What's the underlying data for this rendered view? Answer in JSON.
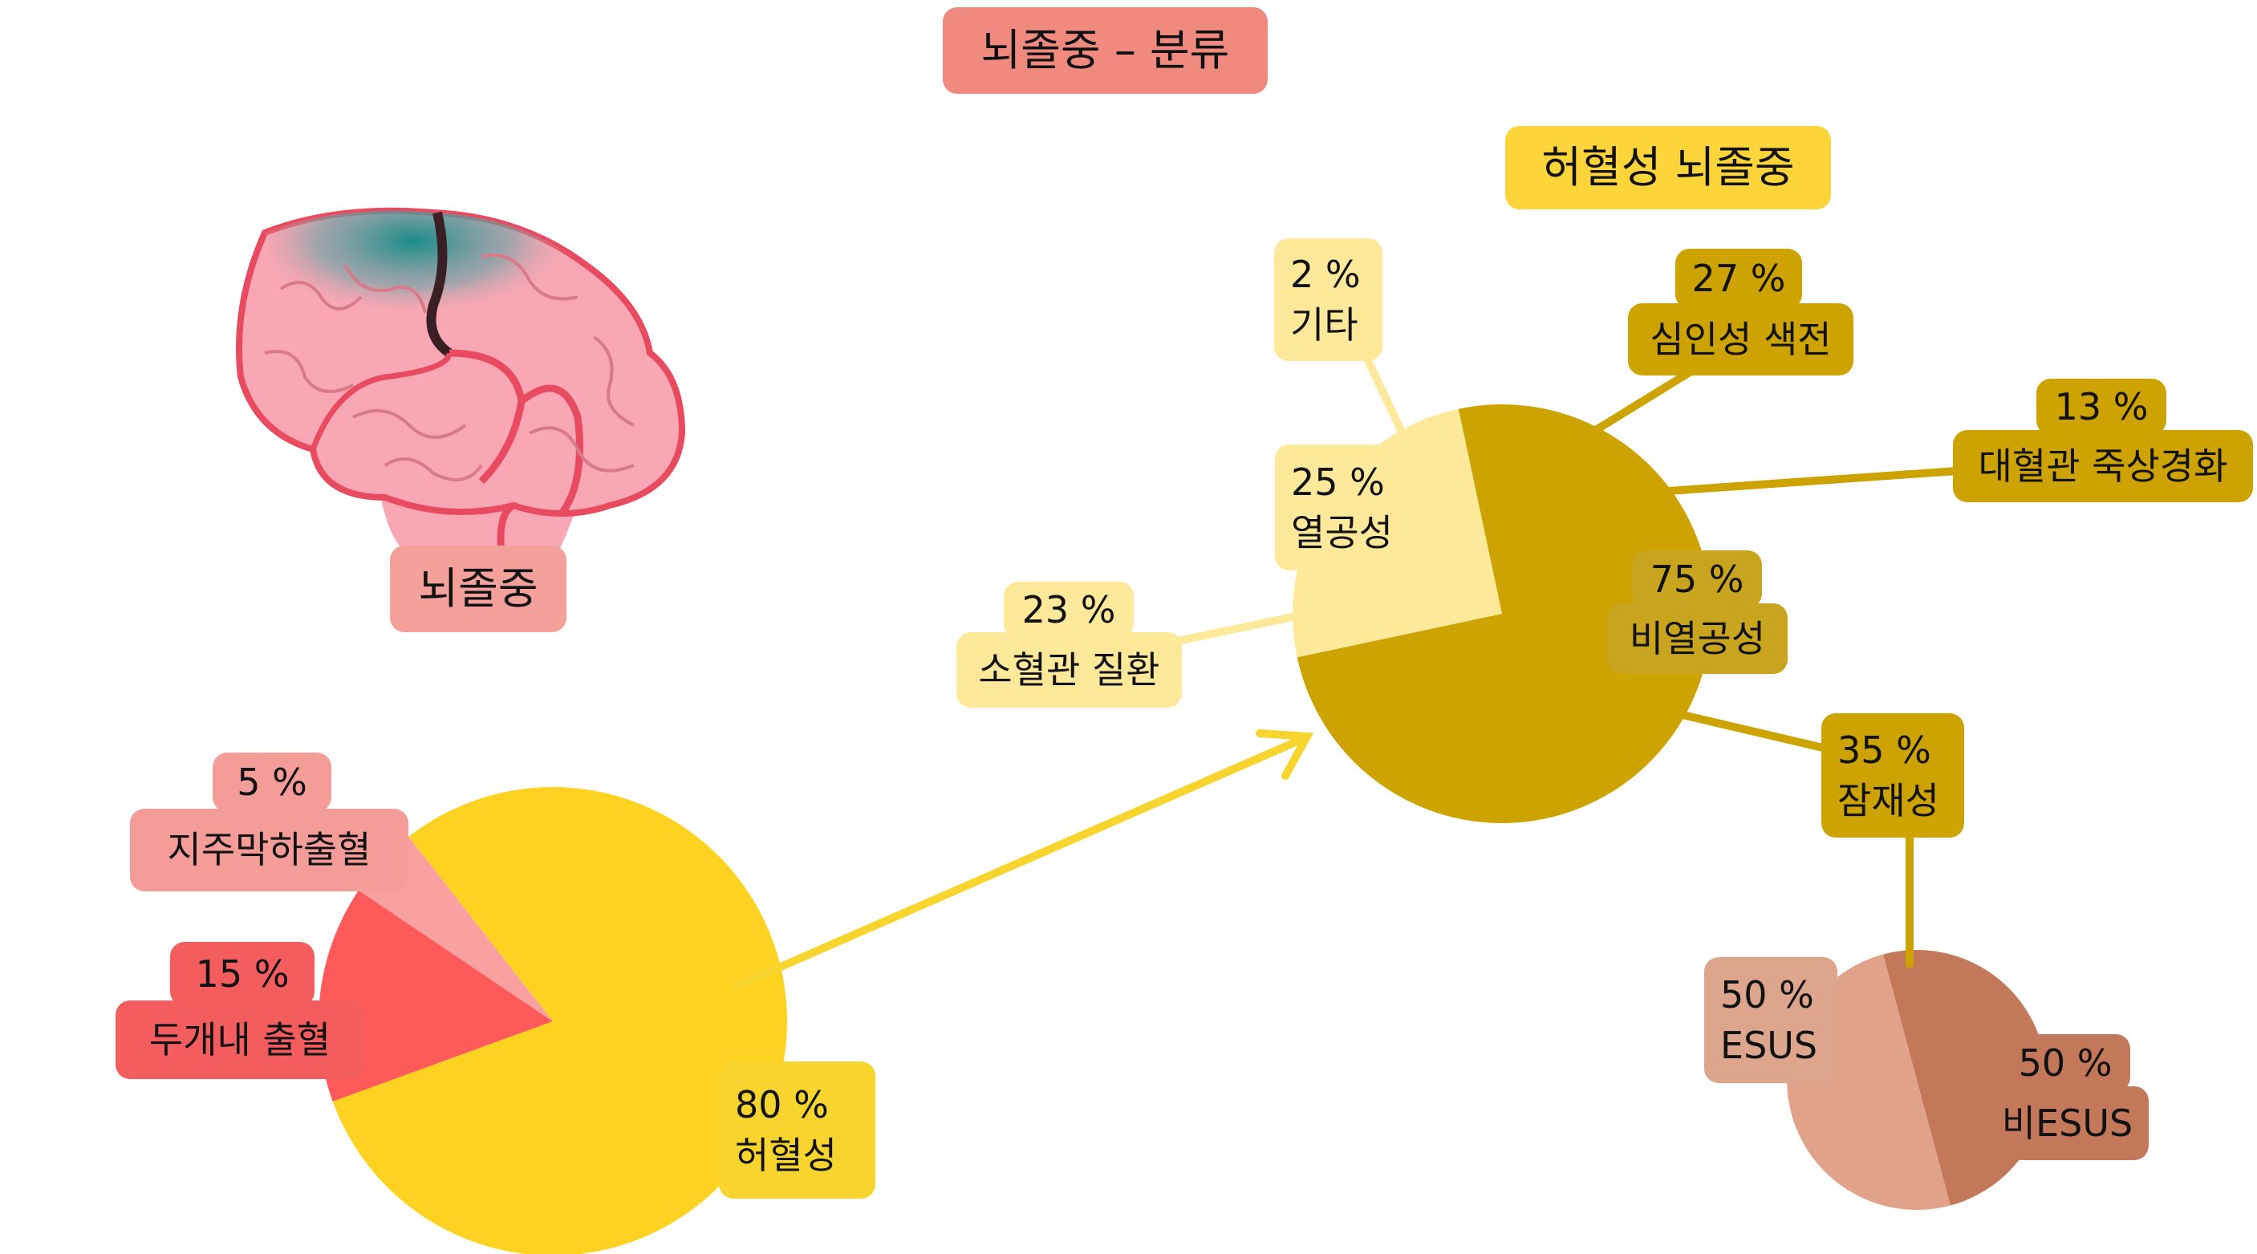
{
  "title": "뇌졸중 – 분류",
  "brain_label": "뇌졸중",
  "ischemic_title": "허혈성 뇌졸중",
  "colors": {
    "title_bg": "#F08A7E",
    "brain_label_bg": "#F4A09B",
    "ischemic": "#FDD221",
    "intracranial": "#FF5A5A",
    "subarachnoid": "#F9A0A0",
    "non_lacunar": "#CCA300",
    "lacunar": "#FEE99A",
    "esus": "#E0A288",
    "non_esus": "#C4785A",
    "arrow": "#F8D42E"
  },
  "chart_data": [
    {
      "type": "pie",
      "title": "뇌졸중",
      "slices": [
        {
          "label": "허혈성",
          "value": 80
        },
        {
          "label": "두개내 출혈",
          "value": 15
        },
        {
          "label": "지주막하출혈",
          "value": 5
        }
      ]
    },
    {
      "type": "pie",
      "title": "허혈성 뇌졸중",
      "slices": [
        {
          "label": "비열공성",
          "value": 75
        },
        {
          "label": "열공성",
          "value": 25
        }
      ],
      "sub_breakdown": {
        "비열공성": [
          {
            "label": "심인성 색전",
            "value": 27
          },
          {
            "label": "대혈관 죽상경화",
            "value": 13
          },
          {
            "label": "잠재성",
            "value": 35
          }
        ],
        "열공성": [
          {
            "label": "소혈관 질환",
            "value": 23
          },
          {
            "label": "기타",
            "value": 2
          }
        ]
      }
    },
    {
      "type": "pie",
      "title": "잠재성",
      "slices": [
        {
          "label": "비ESUS",
          "value": 50
        },
        {
          "label": "ESUS",
          "value": 50
        }
      ]
    }
  ],
  "labels": {
    "ischemic": {
      "pct": "80 %",
      "name": "허혈성"
    },
    "intracranial": {
      "pct": "15 %",
      "name": "두개내 출혈"
    },
    "subarachnoid": {
      "pct": "5 %",
      "name": "지주막하출혈"
    },
    "non_lacunar": {
      "pct": "75 %",
      "name": "비열공성"
    },
    "lacunar": {
      "pct": "25 %",
      "name": "열공성"
    },
    "cardioembolic": {
      "pct": "27 %",
      "name": "심인성 색전"
    },
    "large_artery": {
      "pct": "13 %",
      "name": "대혈관 죽상경화"
    },
    "cryptogenic": {
      "pct": "35 %",
      "name": "잠재성"
    },
    "small_vessel": {
      "pct": "23 %",
      "name": "소혈관 질환"
    },
    "other": {
      "pct": "2 %",
      "name": "기타"
    },
    "esus": {
      "pct": "50 %",
      "name": "ESUS"
    },
    "non_esus": {
      "pct": "50 %",
      "name": "비ESUS"
    }
  }
}
